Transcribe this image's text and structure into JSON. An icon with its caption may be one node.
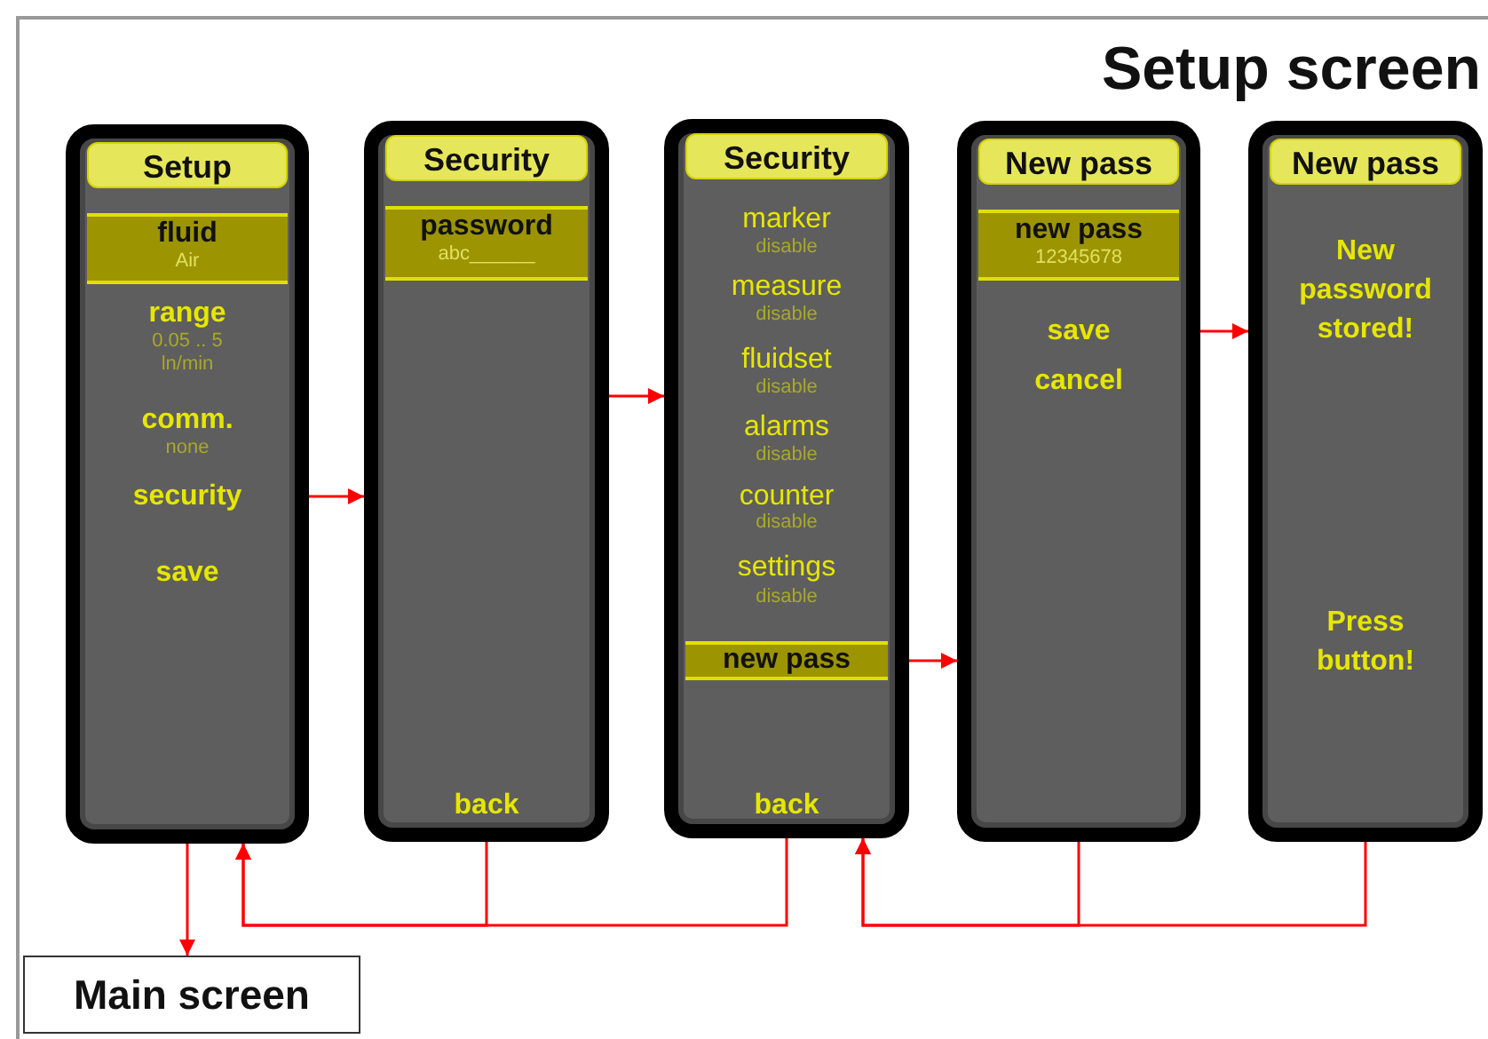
{
  "diagram": {
    "title": "Setup screen",
    "nodes": [
      {
        "text": [],
        "shape": "box"
      },
      {
        "text": [
          "Setup"
        ],
        "in": 0
      },
      {
        "text": [
          "fluid",
          "Air"
        ],
        "in": 0
      },
      {
        "text": [
          "security"
        ],
        "in": 0
      },
      {
        "text": [
          "save"
        ],
        "in": 0
      },
      {
        "text": [],
        "shape": "box"
      },
      {
        "text": [
          "Security"
        ],
        "in": 5
      },
      {
        "text": [
          "password",
          "abc______"
        ],
        "in": 5
      },
      {
        "text": [
          "back"
        ],
        "in": 5
      },
      {
        "text": [],
        "shape": "box"
      },
      {
        "text": [
          "Security"
        ],
        "in": 9
      },
      {
        "text": [
          "new pass"
        ],
        "in": 9
      },
      {
        "text": [
          "back"
        ],
        "in": 9
      },
      {
        "text": [],
        "shape": "box"
      },
      {
        "text": [
          "New pass"
        ],
        "in": 13
      },
      {
        "text": [
          "new pass",
          "12345678"
        ],
        "in": 13
      },
      {
        "text": [
          "save"
        ],
        "in": 13
      },
      {
        "text": [
          "cancel"
        ],
        "in": 13
      },
      {
        "text": [],
        "shape": "box"
      },
      {
        "text": [
          "New pass"
        ],
        "in": 18
      },
      {
        "text": [
          "Main screen"
        ]
      }
    ],
    "edges": [
      {
        "from": 3,
        "to": 5,
        "arrow": "to"
      },
      {
        "from": 4,
        "to": 20,
        "arrow": "to"
      },
      {
        "from": 8,
        "to": 0,
        "arrow": "to"
      },
      {
        "from": 12,
        "to": 0,
        "arrow": "to"
      },
      {
        "from": 5,
        "to": 9,
        "arrow": "to"
      },
      {
        "from": 11,
        "to": 13,
        "arrow": "to"
      },
      {
        "from": 16,
        "to": 18,
        "arrow": "to"
      },
      {
        "from": 17,
        "to": 9,
        "arrow": "to"
      },
      {
        "from": 18,
        "to": 9,
        "arrow": "to"
      }
    ],
    "labels": [
      "range",
      "0.05 .. 5 ln/min",
      "comm.",
      "none",
      "marker",
      "disable",
      "measure",
      "disable",
      "fluidset",
      "disable",
      "alarms",
      "disable",
      "counter",
      "disable",
      "settings",
      "disable",
      "New password stored!",
      "Press button!"
    ]
  }
}
